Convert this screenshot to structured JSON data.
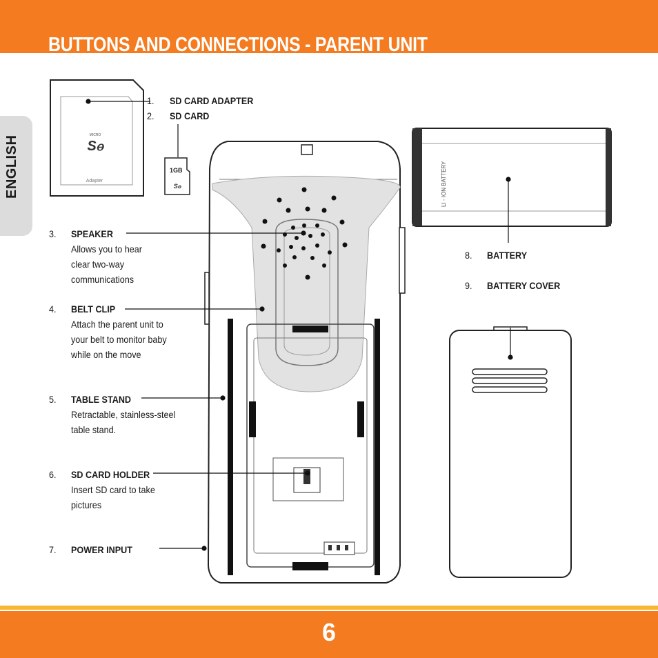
{
  "header": {
    "title": "BUTTONS AND CONNECTIONS - PARENT UNIT"
  },
  "side_tab": {
    "language": "ENGLISH"
  },
  "footer": {
    "page_number": "6"
  },
  "colors": {
    "accent": "#f47b20",
    "rule": "#f7b733",
    "tab": "#dcdcdc"
  },
  "illustration": {
    "sd_adapter_text": [
      "MICRO",
      "Adapter"
    ],
    "sd_card_text": [
      "1GB"
    ],
    "battery_text": "LI - ION BATTERY"
  },
  "items": [
    {
      "num": "1.",
      "title": "SD CARD ADAPTER"
    },
    {
      "num": "2.",
      "title": "SD CARD"
    },
    {
      "num": "3.",
      "title": "SPEAKER",
      "desc": [
        "Allows you to hear",
        "clear two-way",
        "communications"
      ]
    },
    {
      "num": "4.",
      "title": "BELT CLIP",
      "desc": [
        "Attach the parent unit to",
        "your belt to monitor baby",
        "while on the move"
      ]
    },
    {
      "num": "5.",
      "title": "TABLE STAND",
      "desc": [
        "Retractable, stainless-steel",
        "table stand."
      ]
    },
    {
      "num": "6.",
      "title": "SD CARD HOLDER",
      "desc": [
        "Insert SD card  to take",
        "pictures"
      ]
    },
    {
      "num": "7.",
      "title": "POWER INPUT"
    },
    {
      "num": "8.",
      "title": "BATTERY"
    },
    {
      "num": "9.",
      "title": "BATTERY COVER"
    }
  ]
}
